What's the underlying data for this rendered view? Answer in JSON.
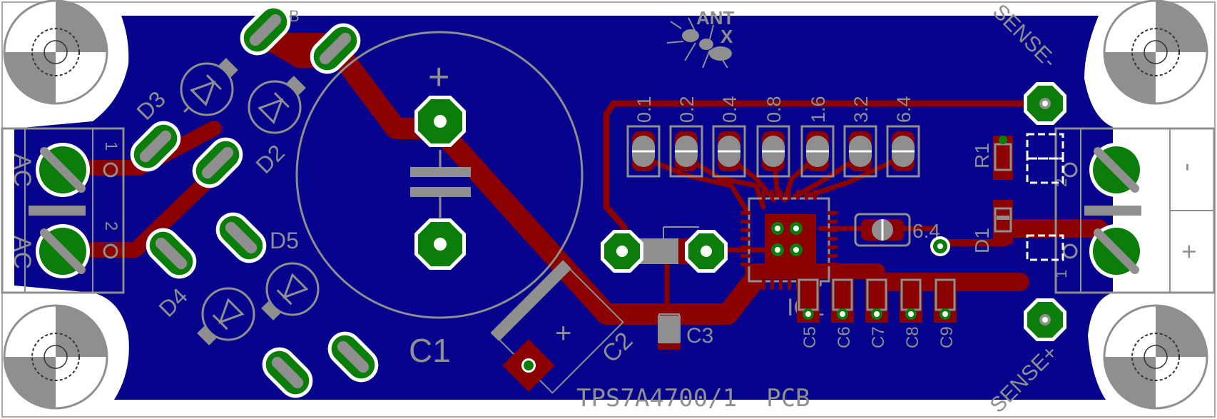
{
  "title_text": "TPS7A4700/1  PCB",
  "logo": {
    "top": "ANT",
    "bottom": "X"
  },
  "colors": {
    "background": "#ffffff",
    "board_outline": "#a8a8a8",
    "copper_pour": "#06038d",
    "trace": "#8b0000",
    "pad": "#0a7d0a",
    "silkscreen": "#8f8f8f",
    "drill": "#ffffff"
  },
  "components": {
    "C1": "C1",
    "C2": "C2",
    "C3": "C3",
    "IC1": "IC1",
    "D1": "D1",
    "D2": "D2",
    "D3": "D3",
    "D4": "D4",
    "D5": "D5",
    "R1": "R1",
    "C5": "C5",
    "C6": "C6",
    "C7": "C7",
    "C8": "C8",
    "C9": "C9"
  },
  "voltage_select_labels": [
    "0.1",
    "0.2",
    "0.4",
    "0.8",
    "1.6",
    "3.2",
    "6.4"
  ],
  "extra_jumper_label": "6.4",
  "input_terminal": {
    "label_top": "AC",
    "label_bottom": "AC",
    "pin1": "1",
    "pin2": "2"
  },
  "output_terminal": {
    "minus": "-",
    "plus": "+",
    "pin1": "1",
    "pin2": "2"
  },
  "sense_labels": {
    "minus": "SENSE-",
    "plus": "SENSE+"
  },
  "polarity": {
    "c1_plus": "+",
    "c2_plus": "+"
  }
}
